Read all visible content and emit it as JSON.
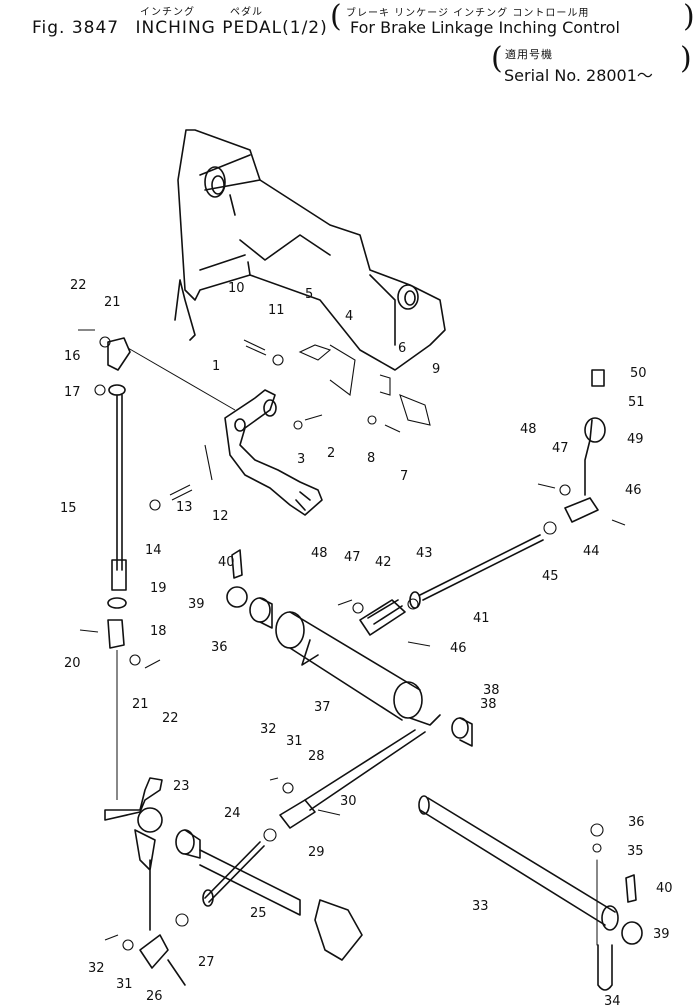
{
  "header": {
    "fig_label": "Fig. 3847",
    "title": "INCHING PEDAL(1/2)",
    "title_kana_1": "インチング",
    "title_kana_2": "ペダル",
    "subtitle_kana": "ブレーキ リンケージ インチング コントロール用",
    "subtitle": "For Brake Linkage Inching Control",
    "applicable_kana": "適用号機",
    "serial": "Serial No. 28001～"
  },
  "part_labels": [
    {
      "n": "1"
    },
    {
      "n": "2"
    },
    {
      "n": "3"
    },
    {
      "n": "4"
    },
    {
      "n": "5"
    },
    {
      "n": "6"
    },
    {
      "n": "7"
    },
    {
      "n": "8"
    },
    {
      "n": "9"
    },
    {
      "n": "10"
    },
    {
      "n": "11"
    },
    {
      "n": "12"
    },
    {
      "n": "13"
    },
    {
      "n": "14"
    },
    {
      "n": "15"
    },
    {
      "n": "16"
    },
    {
      "n": "17"
    },
    {
      "n": "18"
    },
    {
      "n": "19"
    },
    {
      "n": "20"
    },
    {
      "n": "21"
    },
    {
      "n": "21"
    },
    {
      "n": "22"
    },
    {
      "n": "22"
    },
    {
      "n": "23"
    },
    {
      "n": "24"
    },
    {
      "n": "25"
    },
    {
      "n": "26"
    },
    {
      "n": "27"
    },
    {
      "n": "28"
    },
    {
      "n": "29"
    },
    {
      "n": "30"
    },
    {
      "n": "31"
    },
    {
      "n": "31"
    },
    {
      "n": "32"
    },
    {
      "n": "32"
    },
    {
      "n": "33"
    },
    {
      "n": "34"
    },
    {
      "n": "35"
    },
    {
      "n": "36"
    },
    {
      "n": "36"
    },
    {
      "n": "37"
    },
    {
      "n": "38"
    },
    {
      "n": "38"
    },
    {
      "n": "39"
    },
    {
      "n": "39"
    },
    {
      "n": "40"
    },
    {
      "n": "40"
    },
    {
      "n": "41"
    },
    {
      "n": "42"
    },
    {
      "n": "43"
    },
    {
      "n": "44"
    },
    {
      "n": "45"
    },
    {
      "n": "46"
    },
    {
      "n": "46"
    },
    {
      "n": "47"
    },
    {
      "n": "47"
    },
    {
      "n": "48"
    },
    {
      "n": "48"
    },
    {
      "n": "49"
    },
    {
      "n": "50"
    },
    {
      "n": "51"
    }
  ]
}
